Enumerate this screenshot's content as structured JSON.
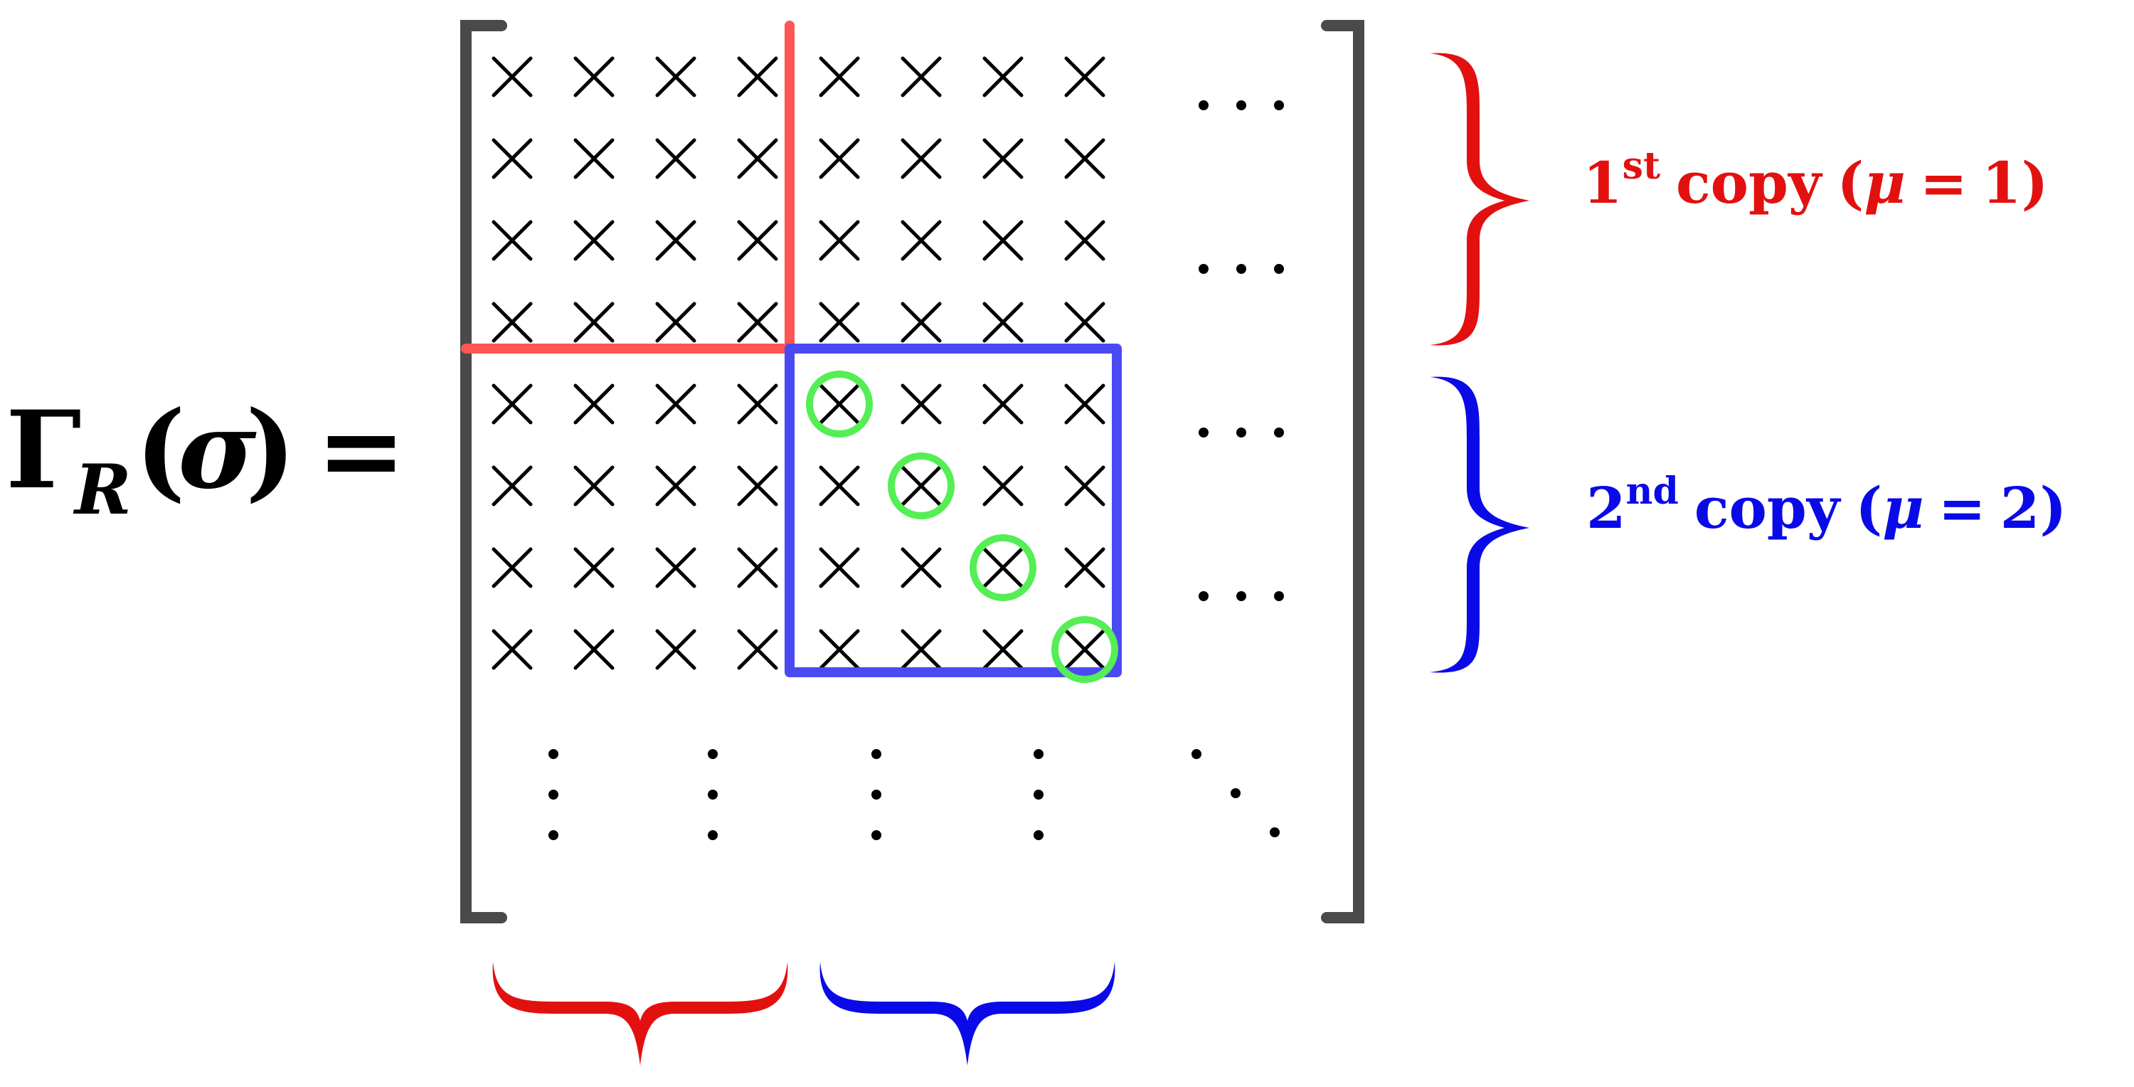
{
  "equation": {
    "lhs_gamma": "Γ",
    "lhs_subscript": "R",
    "lhs_open_paren": "(",
    "lhs_sigma": "σ",
    "lhs_close_paren": ")",
    "lhs_equals": "="
  },
  "matrix": {
    "entry_symbol": "×",
    "row_ellipsis": "· · ·",
    "col_ellipsis": "⋮",
    "diag_ellipsis": "⋱",
    "rows_shown": 8,
    "cols_shown": 8,
    "block_size": 4,
    "circled_diagonal_block": 2
  },
  "labels": {
    "copy1": {
      "number": "1",
      "suffix": "st",
      "word": "copy",
      "open": "(",
      "mu": "μ",
      "eq": "=",
      "value": "1",
      "close": ")"
    },
    "copy2": {
      "number": "2",
      "suffix": "nd",
      "word": "copy",
      "open": "(",
      "mu": "μ",
      "eq": "=",
      "value": "2",
      "close": ")"
    }
  },
  "colors": {
    "bracket": "#4a4a4a",
    "copy1": "#e31010",
    "copy1_line": "#ff5555",
    "copy2": "#0a0ae8",
    "copy2_line": "#4a4af2",
    "circle": "#55ee55",
    "entry": "#000000"
  }
}
